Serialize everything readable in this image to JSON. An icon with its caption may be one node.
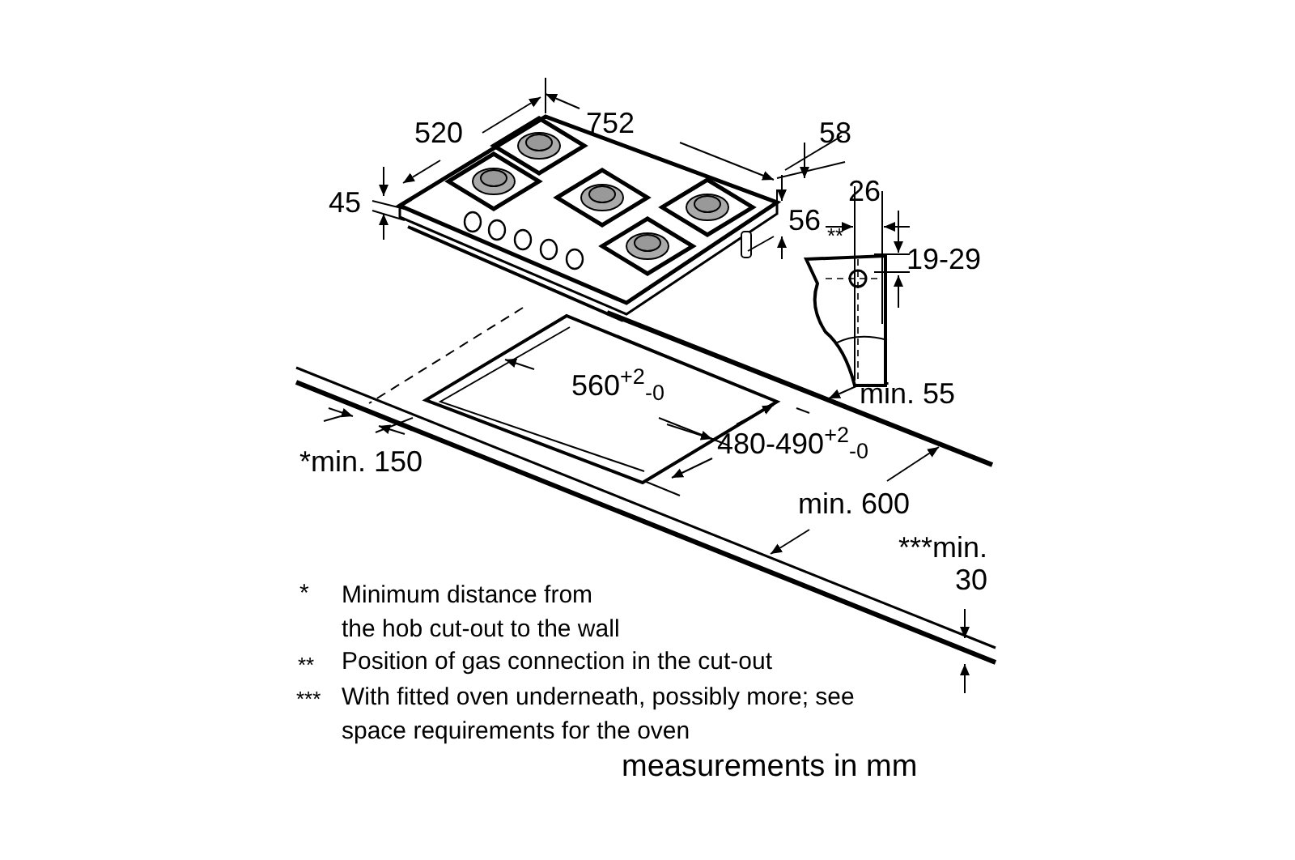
{
  "diagram": {
    "labels": [
      "520",
      "752",
      "58",
      "45",
      "56",
      "26",
      "**",
      "19-29",
      "560$^{+2}$$_{-0}$",
      "min. 55",
      "480-490$^{+2}$$_{-0}$",
      "*min. 150",
      "min. 600",
      "***min. 30",
      "*",
      "Minimum distance from the hob cut-out to the wall",
      "**",
      "Position of gas connection in the cut-out",
      "***",
      "With fitted oven underneath, possibly more; see space requirements for the oven",
      "measurements in mm"
    ]
  }
}
